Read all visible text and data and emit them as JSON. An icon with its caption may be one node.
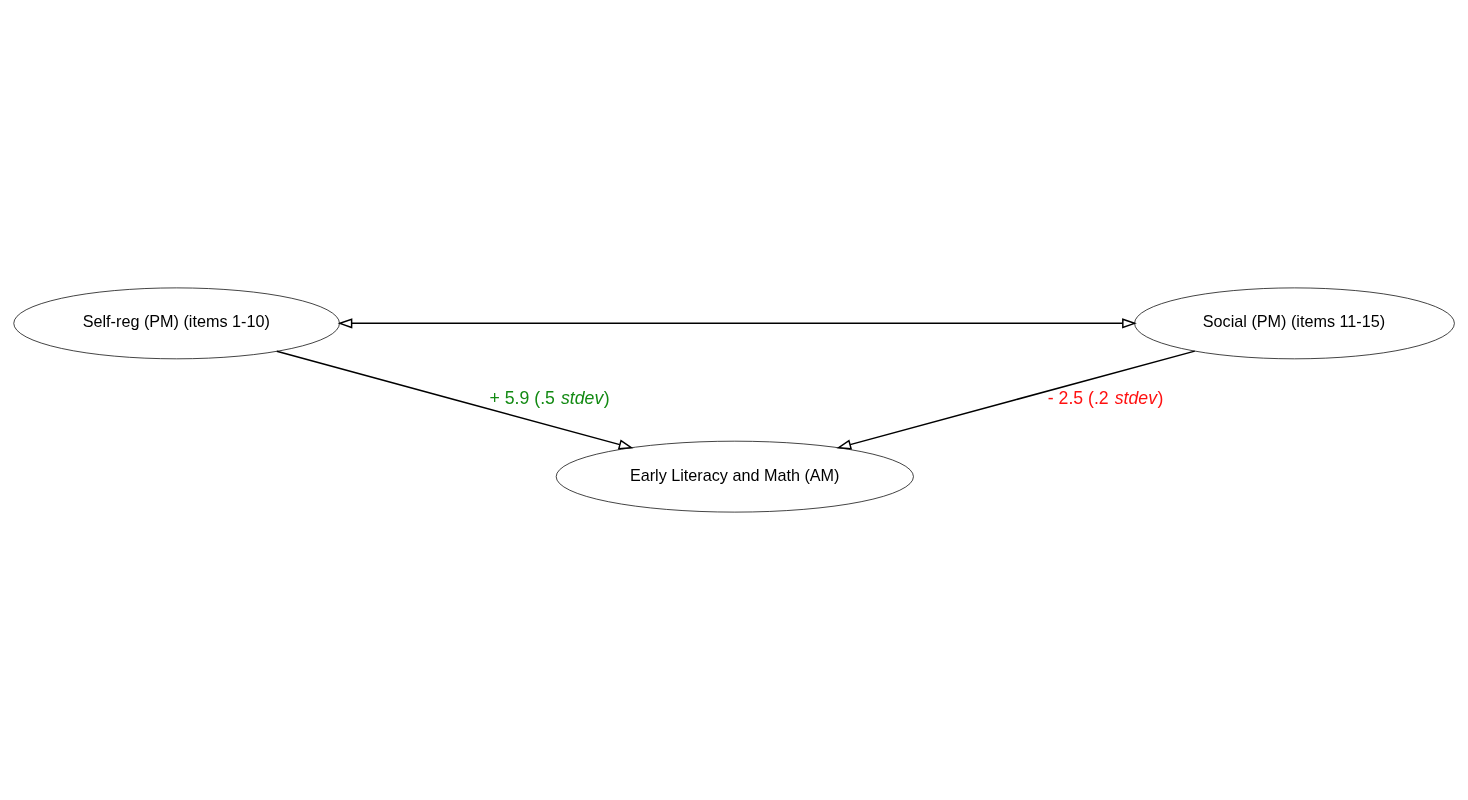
{
  "diagram": {
    "nodes": [
      {
        "text": [
          "Self-reg (PM) (items 1-10)"
        ]
      },
      {
        "text": [
          "Social (PM) (items 11-15)"
        ]
      },
      {
        "text": [
          "Early Literacy and Math (AM)"
        ]
      }
    ],
    "edges": [
      {
        "from": 0,
        "to": 1,
        "arrow": "both"
      },
      {
        "from": 0,
        "to": 2,
        "arrow": "to",
        "label": "+ 5.9 (.5 *stdev*)"
      },
      {
        "from": 1,
        "to": 2,
        "arrow": "to",
        "label": "- 2.5 (.2 *stdev*)"
      }
    ]
  }
}
